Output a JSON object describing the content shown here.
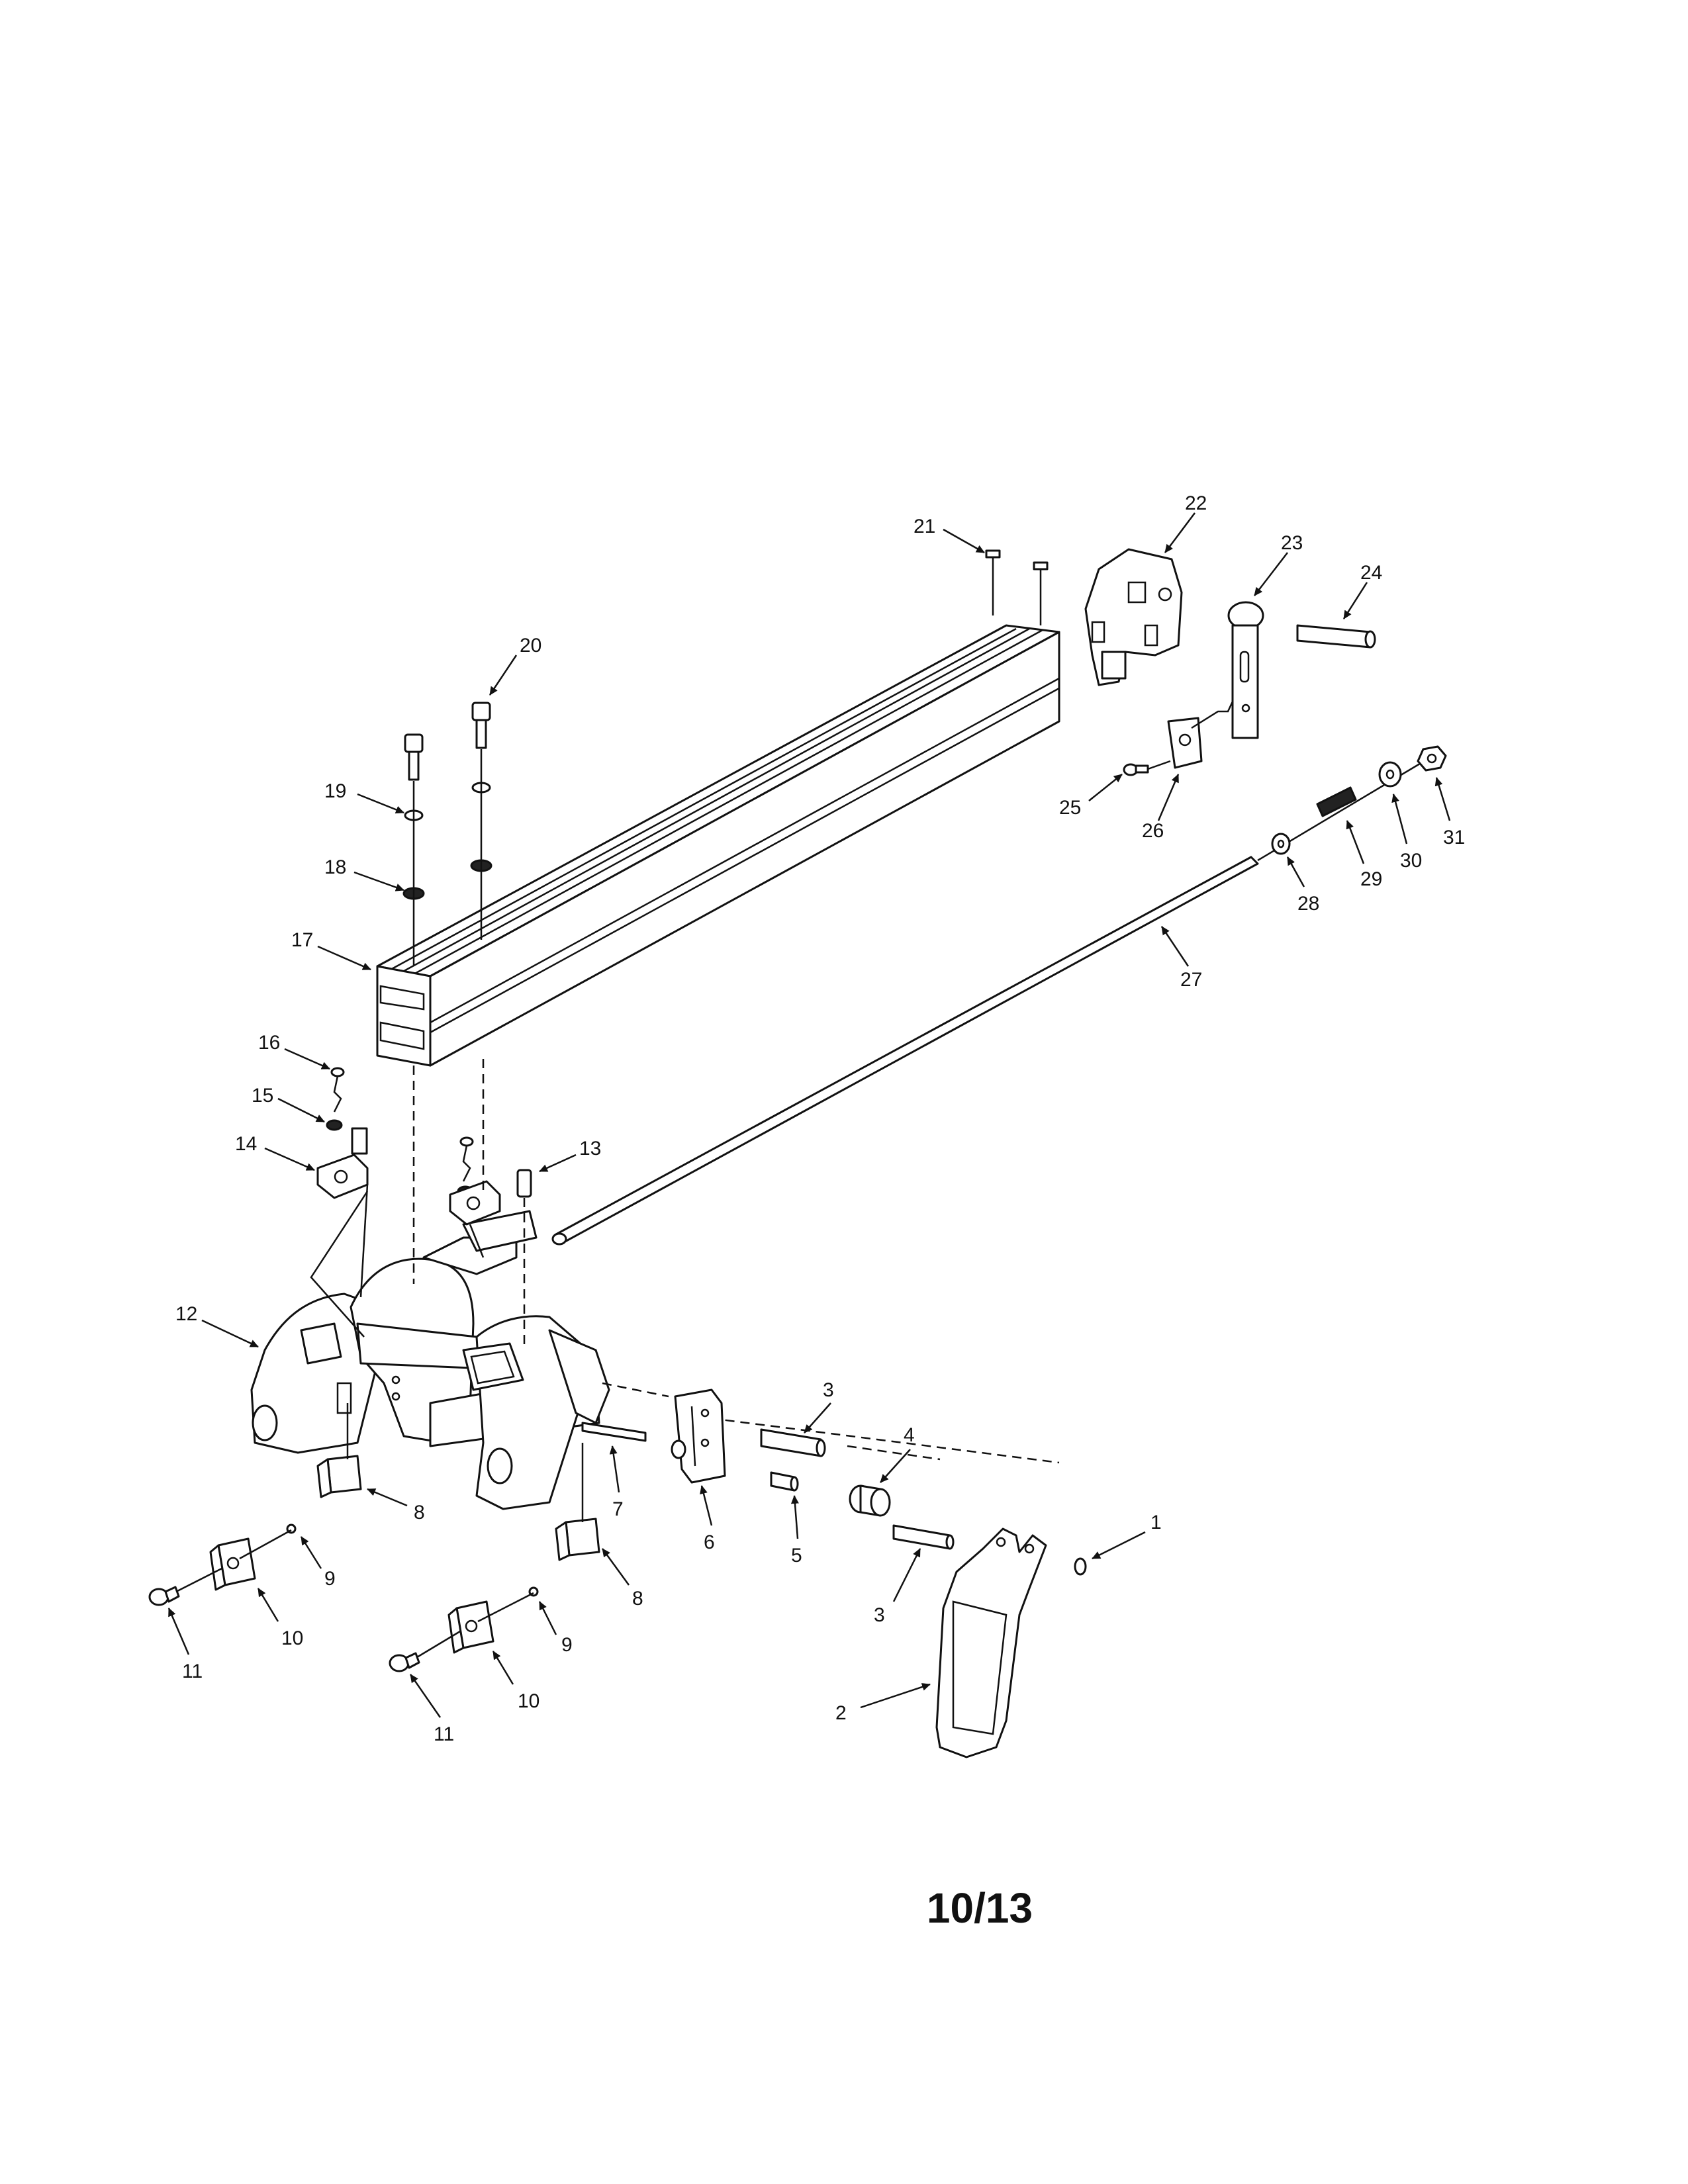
{
  "page": {
    "number": "10/13"
  },
  "callouts": [
    {
      "id": "1",
      "text": "1"
    },
    {
      "id": "2",
      "text": "2"
    },
    {
      "id": "3a",
      "text": "3"
    },
    {
      "id": "3b",
      "text": "3"
    },
    {
      "id": "4",
      "text": "4"
    },
    {
      "id": "5",
      "text": "5"
    },
    {
      "id": "6",
      "text": "6"
    },
    {
      "id": "7",
      "text": "7"
    },
    {
      "id": "8a",
      "text": "8"
    },
    {
      "id": "8b",
      "text": "8"
    },
    {
      "id": "9a",
      "text": "9"
    },
    {
      "id": "9b",
      "text": "9"
    },
    {
      "id": "10a",
      "text": "10"
    },
    {
      "id": "10b",
      "text": "10"
    },
    {
      "id": "11a",
      "text": "11"
    },
    {
      "id": "11b",
      "text": "11"
    },
    {
      "id": "12",
      "text": "12"
    },
    {
      "id": "13",
      "text": "13"
    },
    {
      "id": "14",
      "text": "14"
    },
    {
      "id": "15",
      "text": "15"
    },
    {
      "id": "16",
      "text": "16"
    },
    {
      "id": "17",
      "text": "17"
    },
    {
      "id": "18",
      "text": "18"
    },
    {
      "id": "19",
      "text": "19"
    },
    {
      "id": "20",
      "text": "20"
    },
    {
      "id": "21",
      "text": "21"
    },
    {
      "id": "22",
      "text": "22"
    },
    {
      "id": "23",
      "text": "23"
    },
    {
      "id": "24",
      "text": "24"
    },
    {
      "id": "25",
      "text": "25"
    },
    {
      "id": "26",
      "text": "26"
    },
    {
      "id": "27",
      "text": "27"
    },
    {
      "id": "28",
      "text": "28"
    },
    {
      "id": "29",
      "text": "29"
    },
    {
      "id": "30",
      "text": "30"
    },
    {
      "id": "31",
      "text": "31"
    }
  ]
}
